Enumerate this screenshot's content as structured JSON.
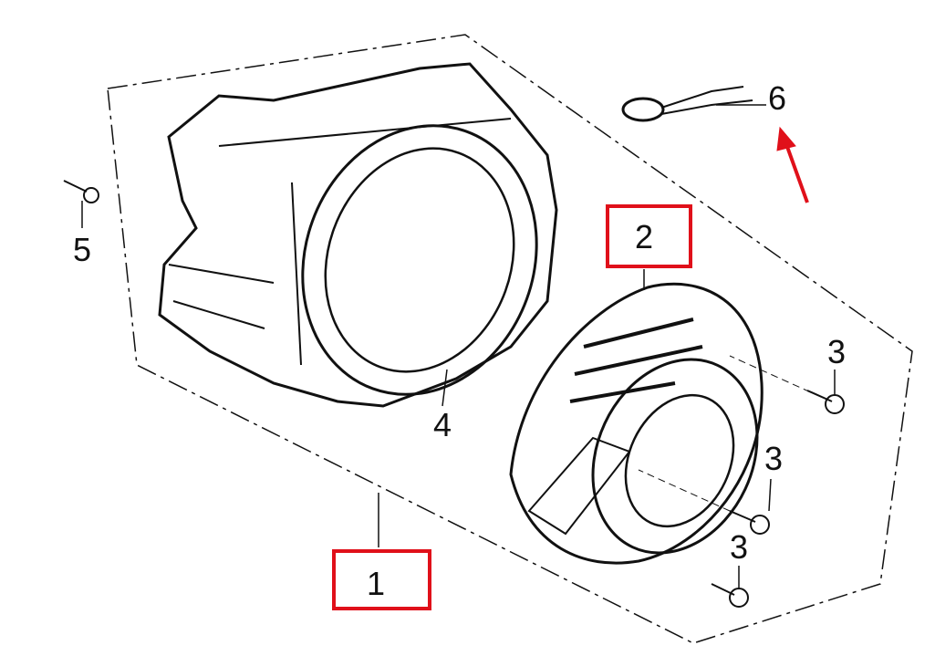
{
  "diagram": {
    "callouts": [
      {
        "id": "part-1",
        "label": "1",
        "highlighted": true
      },
      {
        "id": "part-2",
        "label": "2",
        "highlighted": true
      },
      {
        "id": "part-3a",
        "label": "3"
      },
      {
        "id": "part-3b",
        "label": "3"
      },
      {
        "id": "part-3c",
        "label": "3"
      },
      {
        "id": "part-4",
        "label": "4"
      },
      {
        "id": "part-5",
        "label": "5"
      },
      {
        "id": "part-6",
        "label": "6",
        "arrow": true
      }
    ],
    "colors": {
      "highlight": "#e0101a",
      "line": "#111111"
    }
  }
}
